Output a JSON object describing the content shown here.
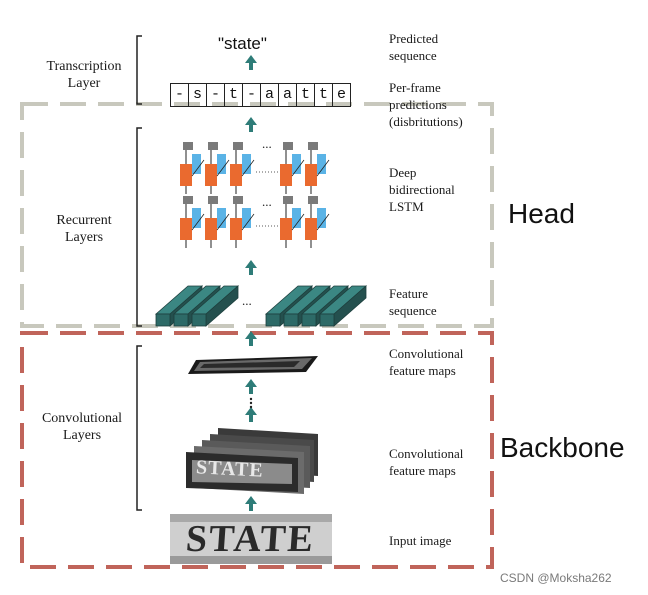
{
  "layers": {
    "transcription": "Transcription\nLayer",
    "recurrent": "Recurrent\nLayers",
    "convolutional": "Convolutional\nLayers"
  },
  "descriptions": {
    "predicted_sequence": "Predicted\nsequence",
    "per_frame": "Per-frame\npredictions\n(disbritutions)",
    "deep_lstm": "Deep\nbidirectional\nLSTM",
    "feature_sequence": "Feature\nsequence",
    "conv_maps_top": "Convolutional\nfeature maps",
    "conv_maps_bottom": "Convolutional\nfeature maps",
    "input_image": "Input image"
  },
  "output_text": "\"state\"",
  "frame_chars": [
    "-",
    "s",
    "-",
    "t",
    "-",
    "a",
    "a",
    "t",
    "t",
    "e"
  ],
  "image_text": "STATE",
  "ellipsis": "...",
  "sections": {
    "head": "Head",
    "backbone": "Backbone"
  },
  "watermark": "CSDN @Moksha262",
  "colors": {
    "head_border": "#c8c8bd",
    "backbone_border": "#c0645a",
    "arrow": "#2e7c78",
    "lstm_cell": "#ea6a2f",
    "lstm_side": "#5ab3e6",
    "lstm_top": "#7a7a7a",
    "feature_block": "#2d6a67"
  }
}
